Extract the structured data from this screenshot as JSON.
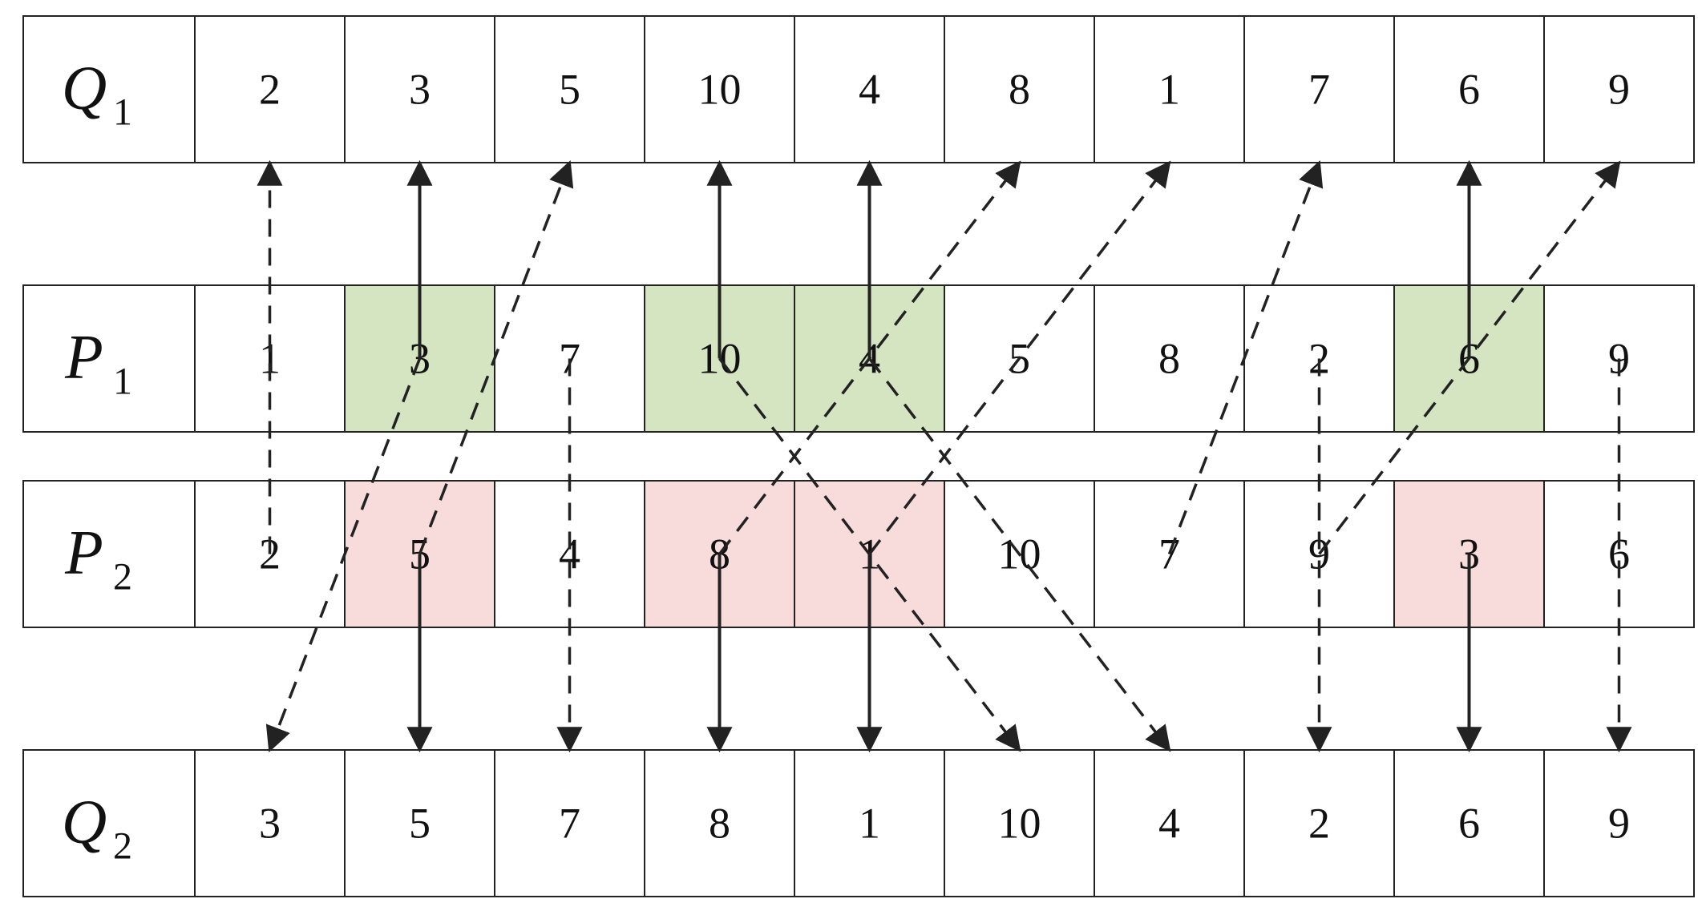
{
  "colors": {
    "stroke": "#222222",
    "p1_highlight": "#d5e4c1",
    "p2_highlight": "#f8dcdb",
    "arrow": "#222222"
  },
  "rows": [
    {
      "id": "q1",
      "label": "Q",
      "subscript": "1",
      "cells": [
        "2",
        "3",
        "5",
        "10",
        "4",
        "8",
        "1",
        "7",
        "6",
        "9"
      ],
      "highlight": [],
      "highlight_color": ""
    },
    {
      "id": "p1",
      "label": "P",
      "subscript": "1",
      "cells": [
        "1",
        "3",
        "7",
        "10",
        "4",
        "5",
        "8",
        "2",
        "6",
        "9"
      ],
      "highlight": [
        1,
        3,
        4,
        8
      ],
      "highlight_color": "p1_highlight"
    },
    {
      "id": "p2",
      "label": "P",
      "subscript": "2",
      "cells": [
        "2",
        "5",
        "4",
        "8",
        "1",
        "10",
        "7",
        "9",
        "3",
        "6"
      ],
      "highlight": [
        1,
        3,
        4,
        8
      ],
      "highlight_color": "p2_highlight"
    },
    {
      "id": "q2",
      "label": "Q",
      "subscript": "2",
      "cells": [
        "3",
        "5",
        "7",
        "8",
        "1",
        "10",
        "4",
        "2",
        "6",
        "9"
      ],
      "highlight": [],
      "highlight_color": ""
    }
  ],
  "arrows": {
    "to_q1": [
      {
        "from_row": "p2",
        "from_col": 0,
        "to_col": 0,
        "style": "dashed"
      },
      {
        "from_row": "p1",
        "from_col": 1,
        "to_col": 1,
        "style": "solid"
      },
      {
        "from_row": "p2",
        "from_col": 1,
        "to_col": 2,
        "style": "dashed"
      },
      {
        "from_row": "p1",
        "from_col": 3,
        "to_col": 3,
        "style": "solid"
      },
      {
        "from_row": "p1",
        "from_col": 4,
        "to_col": 4,
        "style": "solid"
      },
      {
        "from_row": "p2",
        "from_col": 3,
        "to_col": 5,
        "style": "dashed"
      },
      {
        "from_row": "p2",
        "from_col": 4,
        "to_col": 6,
        "style": "dashed"
      },
      {
        "from_row": "p2",
        "from_col": 6,
        "to_col": 7,
        "style": "dashed"
      },
      {
        "from_row": "p1",
        "from_col": 8,
        "to_col": 8,
        "style": "solid"
      },
      {
        "from_row": "p2",
        "from_col": 7,
        "to_col": 9,
        "style": "dashed"
      }
    ],
    "to_q2": [
      {
        "from_row": "p1",
        "from_col": 1,
        "to_col": 0,
        "style": "dashed"
      },
      {
        "from_row": "p2",
        "from_col": 1,
        "to_col": 1,
        "style": "solid"
      },
      {
        "from_row": "p1",
        "from_col": 2,
        "to_col": 2,
        "style": "dashed"
      },
      {
        "from_row": "p2",
        "from_col": 3,
        "to_col": 3,
        "style": "solid"
      },
      {
        "from_row": "p2",
        "from_col": 4,
        "to_col": 4,
        "style": "solid"
      },
      {
        "from_row": "p1",
        "from_col": 3,
        "to_col": 5,
        "style": "dashed"
      },
      {
        "from_row": "p1",
        "from_col": 4,
        "to_col": 6,
        "style": "dashed"
      },
      {
        "from_row": "p1",
        "from_col": 7,
        "to_col": 7,
        "style": "dashed"
      },
      {
        "from_row": "p2",
        "from_col": 8,
        "to_col": 8,
        "style": "solid"
      },
      {
        "from_row": "p1",
        "from_col": 9,
        "to_col": 9,
        "style": "dashed"
      }
    ]
  }
}
